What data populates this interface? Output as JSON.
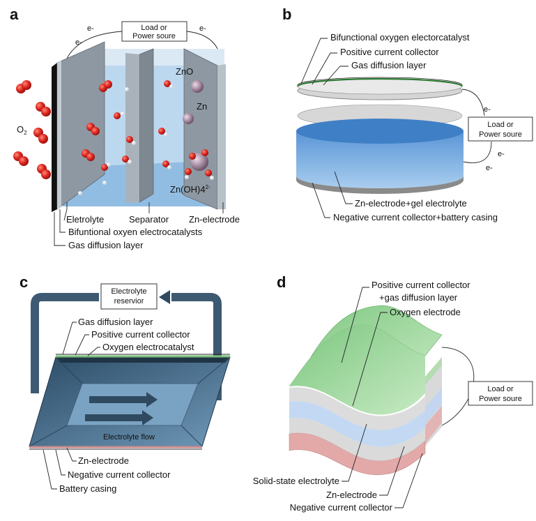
{
  "panels": {
    "a": {
      "letter": "a",
      "load_box": [
        "Load or",
        "Power soure"
      ],
      "electron": "e-",
      "o2_main": "O",
      "o2_sub": "2",
      "zno": "ZnO",
      "zn": "Zn",
      "zincate": "Zn(OH)4",
      "zincate_sup": "2-",
      "labels": {
        "electrolyte": "Eletrolyte",
        "separator": "Separator",
        "zn_electrode": "Zn-electrode",
        "catalysts": "Bifuntional oxyen electrocatalysts",
        "gdl": "Gas diffusion layer"
      }
    },
    "b": {
      "letter": "b",
      "load_box": [
        "Load or",
        "Power soure"
      ],
      "electron": "e-",
      "labels": {
        "catalyst": "Bifunctional oxygen electorcatalyst",
        "pos_collector": "Positive current collector",
        "gdl": "Gas diffusion layer",
        "zn_gel": "Zn-electrode+gel electrolyte",
        "neg_casing": "Negative current collector+battery casing"
      }
    },
    "c": {
      "letter": "c",
      "reservoir": [
        "Electrolyte",
        "reservior"
      ],
      "flow": "Electrolyte flow",
      "labels": {
        "gdl": "Gas diffusion layer",
        "pos_collector": "Positive current collector",
        "catalyst": "Oxygen electrocatalyst",
        "zn_electrode": "Zn-electrode",
        "neg_collector": "Negative current collector",
        "casing": "Battery casing"
      }
    },
    "d": {
      "letter": "d",
      "load_box": [
        "Load or",
        "Power soure"
      ],
      "labels": {
        "pos_gdl_1": "Positive current collector",
        "pos_gdl_2": "+gas diffusion layer",
        "oxygen_electrode": "Oxygen electrode",
        "solid_electrolyte": "Solid-state electrolyte",
        "zn_electrode": "Zn-electrode",
        "neg_collector": "Negative current collector"
      }
    }
  }
}
